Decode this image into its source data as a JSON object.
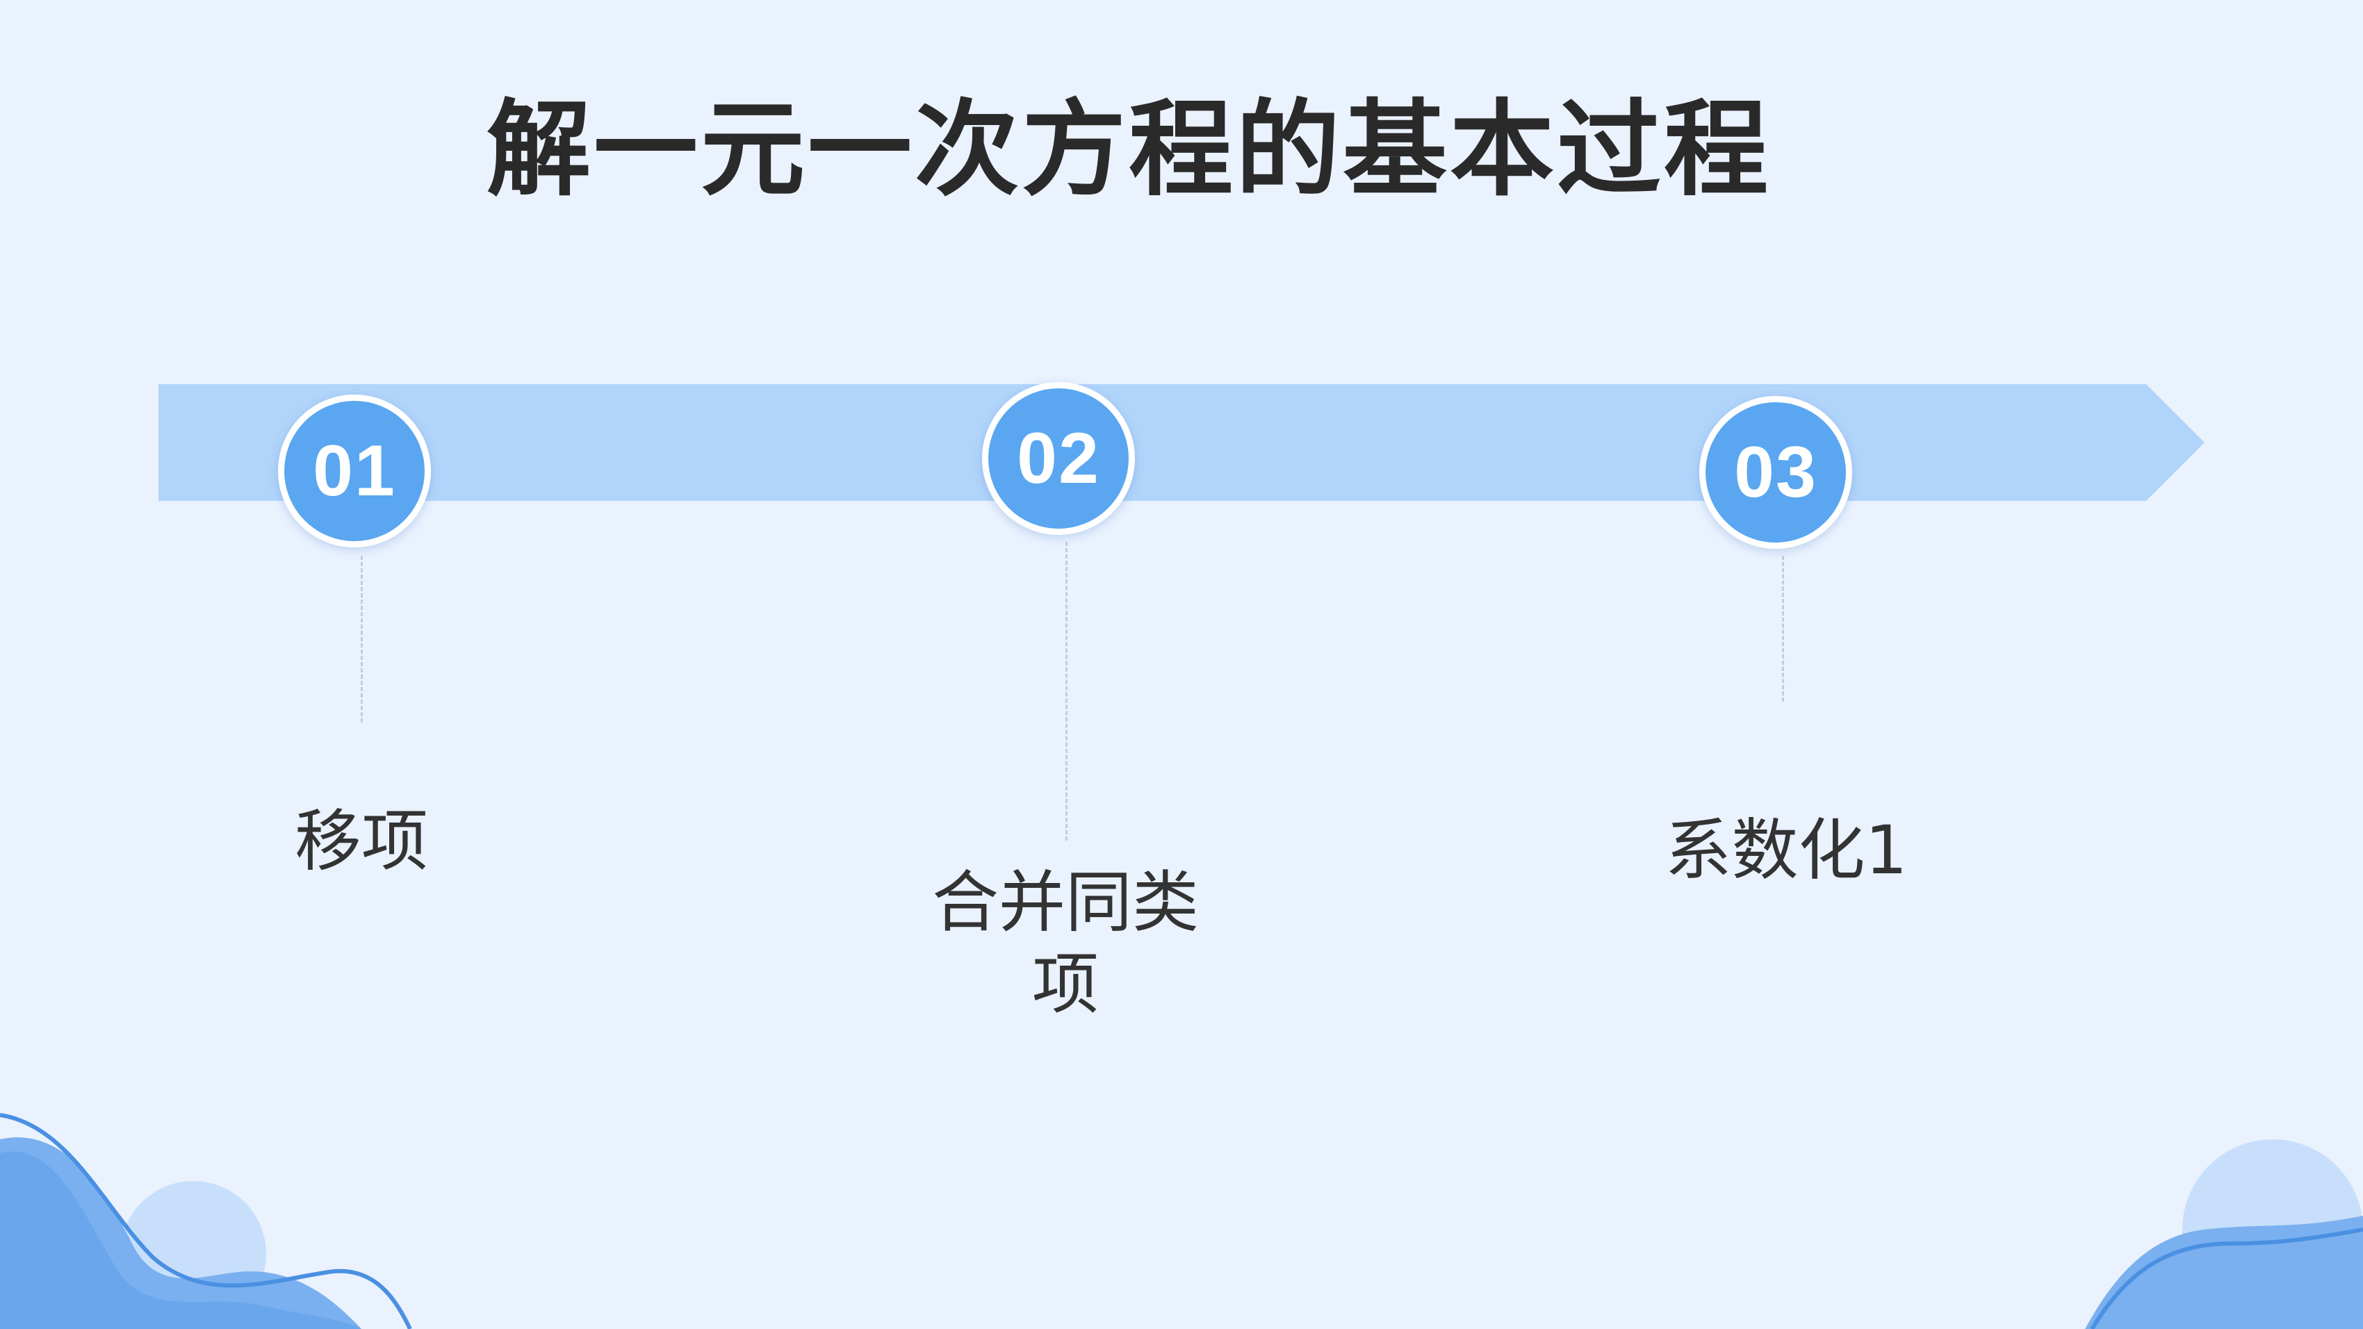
{
  "title": "解一元一次方程的基本过程",
  "steps": [
    {
      "number": "01",
      "label": "移项"
    },
    {
      "number": "02",
      "label": "合并同类项"
    },
    {
      "number": "03",
      "label": "系数化1"
    }
  ],
  "colors": {
    "background": "#eaf2fe",
    "band": "#b1d4fa",
    "circle": "#5aa6f0",
    "wave_dark": "#7ab0ef",
    "wave_light": "#c7dffb",
    "wave_line": "#4a90e2"
  }
}
